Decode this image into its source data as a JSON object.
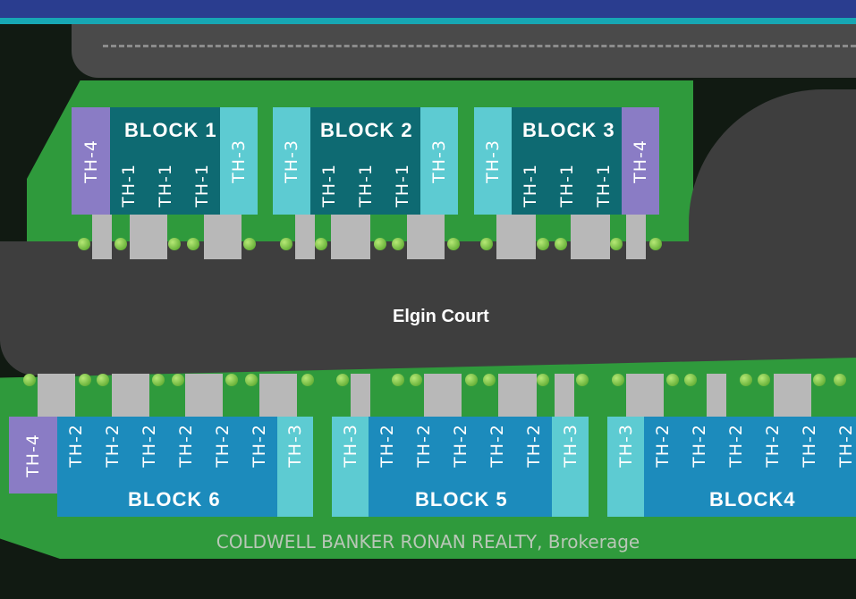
{
  "map": {
    "street_name": "Elgin Court",
    "watermark": "COLDWELL BANKER RONAN REALTY, Brokerage",
    "colors": {
      "TH-1": "#0e6a72",
      "TH-2": "#1c8bbc",
      "TH-3": "#5dcbd2",
      "TH-4": "#8a7cc5",
      "lawn": "#2f9a3c",
      "road": "#3e3e3e"
    },
    "blocks": [
      {
        "name": "BLOCK 1",
        "units": [
          "TH-4",
          "TH-1",
          "TH-1",
          "TH-1",
          "TH-3"
        ]
      },
      {
        "name": "BLOCK 2",
        "units": [
          "TH-3",
          "TH-1",
          "TH-1",
          "TH-1",
          "TH-3"
        ]
      },
      {
        "name": "BLOCK 3",
        "units": [
          "TH-3",
          "TH-1",
          "TH-1",
          "TH-1",
          "TH-4"
        ]
      },
      {
        "name": "BLOCK 6",
        "units": [
          "TH-4",
          "TH-2",
          "TH-2",
          "TH-2",
          "TH-2",
          "TH-2",
          "TH-2",
          "TH-3"
        ]
      },
      {
        "name": "BLOCK 5",
        "units": [
          "TH-3",
          "TH-2",
          "TH-2",
          "TH-2",
          "TH-2",
          "TH-2",
          "TH-3"
        ]
      },
      {
        "name": "BLOCK4",
        "units": [
          "TH-3",
          "TH-2",
          "TH-2",
          "TH-2",
          "TH-2",
          "TH-2",
          "TH-2"
        ]
      }
    ]
  }
}
